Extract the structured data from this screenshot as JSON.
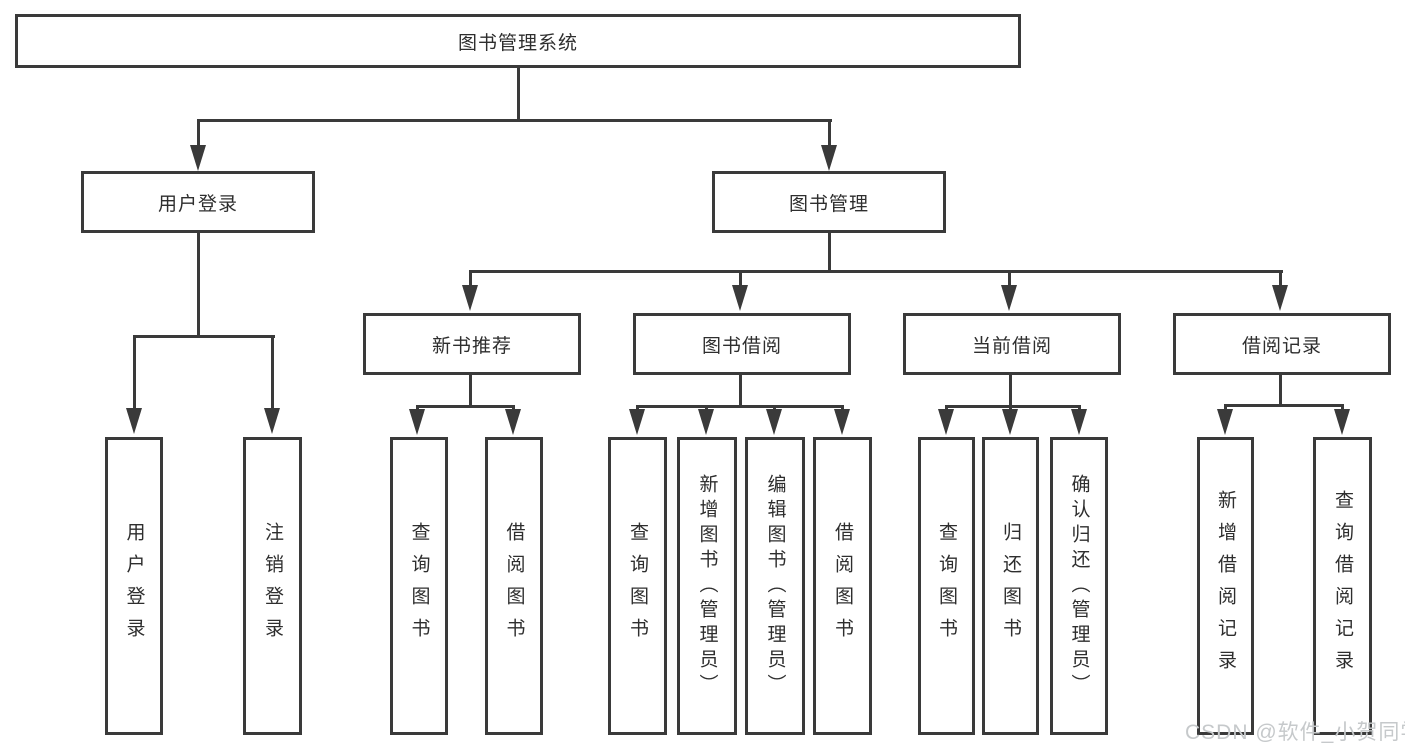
{
  "diagram": {
    "title": "图书管理系统",
    "branches": [
      {
        "label": "用户登录",
        "children": [
          {
            "label": "用户登录"
          },
          {
            "label": "注销登录"
          }
        ]
      },
      {
        "label": "图书管理",
        "children": [
          {
            "label": "新书推荐",
            "children": [
              {
                "label": "查询图书"
              },
              {
                "label": "借阅图书"
              }
            ]
          },
          {
            "label": "图书借阅",
            "children": [
              {
                "label": "查询图书"
              },
              {
                "label": "新增图书（管理员）"
              },
              {
                "label": "编辑图书（管理员）"
              },
              {
                "label": "借阅图书"
              }
            ]
          },
          {
            "label": "当前借阅",
            "children": [
              {
                "label": "查询图书"
              },
              {
                "label": "归还图书"
              },
              {
                "label": "确认归还（管理员）"
              }
            ]
          },
          {
            "label": "借阅记录",
            "children": [
              {
                "label": "新增借阅记录"
              },
              {
                "label": "查询借阅记录"
              }
            ]
          }
        ]
      }
    ]
  },
  "watermark": {
    "text": "CSDN @软件_小贺同学"
  },
  "colors": {
    "line": "#3a3a3a",
    "text": "#2e2e2e",
    "watermark": "#c6c9cb",
    "background": "#ffffff"
  }
}
